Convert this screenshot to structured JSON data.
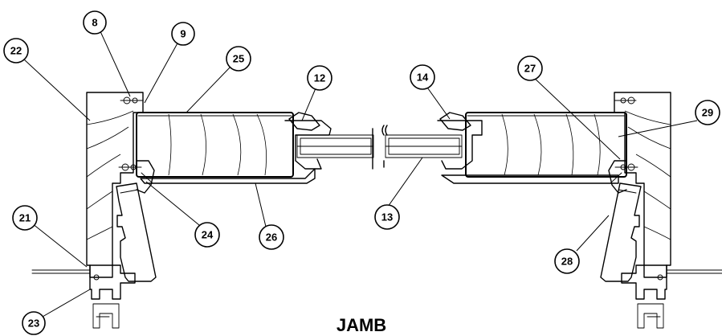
{
  "title": "JAMB",
  "callouts": [
    {
      "id": "8",
      "label": "8"
    },
    {
      "id": "9",
      "label": "9"
    },
    {
      "id": "22",
      "label": "22"
    },
    {
      "id": "25",
      "label": "25"
    },
    {
      "id": "12",
      "label": "12"
    },
    {
      "id": "14",
      "label": "14"
    },
    {
      "id": "27",
      "label": "27"
    },
    {
      "id": "29",
      "label": "29"
    },
    {
      "id": "21",
      "label": "21"
    },
    {
      "id": "24",
      "label": "24"
    },
    {
      "id": "26",
      "label": "26"
    },
    {
      "id": "13",
      "label": "13"
    },
    {
      "id": "28",
      "label": "28"
    },
    {
      "id": "23",
      "label": "23"
    }
  ]
}
